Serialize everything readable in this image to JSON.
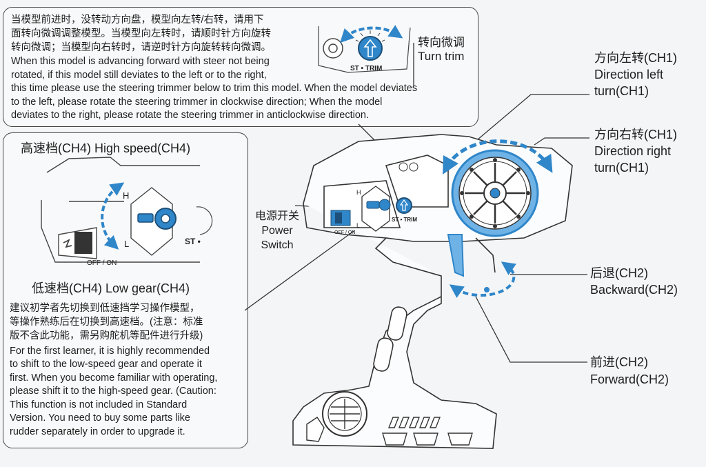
{
  "colors": {
    "accent": "#2f86c9",
    "accent_light": "#6fb3e6",
    "line": "#333333",
    "paper": "#f3f5f7"
  },
  "top_box": {
    "zh_lines": [
      "当模型前进时，没转动方向盘，模型向左转/右转，请用下",
      "面转向微调调整模型。当模型向左转时，请顺时针方向旋转",
      "转向微调；当模型向右转时，请逆时针方向旋转转向微调。"
    ],
    "en_lines": [
      "When this model is advancing forward with steer not being",
      "rotated, if this model still deviates to the left or to the right,",
      "this time please use the steering trimmer below to trim this model. When the model deviates",
      "to the left, please rotate the steering trimmer in clockwise direction; When the model",
      "deviates to the right, please rotate the steering trimmer in anticlockwise direction."
    ],
    "trim_label_zh": "转向微调",
    "trim_label_en": "Turn trim",
    "trim_knob_text": "ST • TRIM"
  },
  "left_box": {
    "high_label": "高速档(CH4) High speed(CH4)",
    "low_label": "低速档(CH4) Low gear(CH4)",
    "switch_text": "OFF / ON",
    "h_text": "H",
    "l_text": "L",
    "st_text": "ST •",
    "zh_lines": [
      "建议初学者先切换到低速挡学习操作模型，",
      "等操作熟练后在切换到高速档。(注意：标准",
      "版不含此功能，需另购舵机等配件进行升级)"
    ],
    "en_lines": [
      "For the first learner, it is highly recommended",
      "to shift to the low-speed gear and operate it",
      "first. When you become familiar with operating,",
      "please shift it to the high-speed gear. (Caution:",
      "This function is not included in Standard",
      "Version. You need to buy some parts like",
      "rudder separately in order to upgrade it."
    ]
  },
  "power": {
    "zh": "电源开关",
    "en1": "Power",
    "en2": "Switch"
  },
  "labels": {
    "left_turn": {
      "zh": "方向左转(CH1)",
      "en1": "Direction left",
      "en2": "turn(CH1)"
    },
    "right_turn": {
      "zh": "方向右转(CH1)",
      "en1": "Direction right",
      "en2": "turn(CH1)"
    },
    "backward": {
      "zh": "后退(CH2)",
      "en": "Backward(CH2)"
    },
    "forward": {
      "zh": "前进(CH2)",
      "en": "Forward(CH2)"
    }
  },
  "body": {
    "h_text": "H",
    "l_text": "L",
    "trim_text": "ST • TRIM",
    "switch_text": "OFF / ON"
  }
}
